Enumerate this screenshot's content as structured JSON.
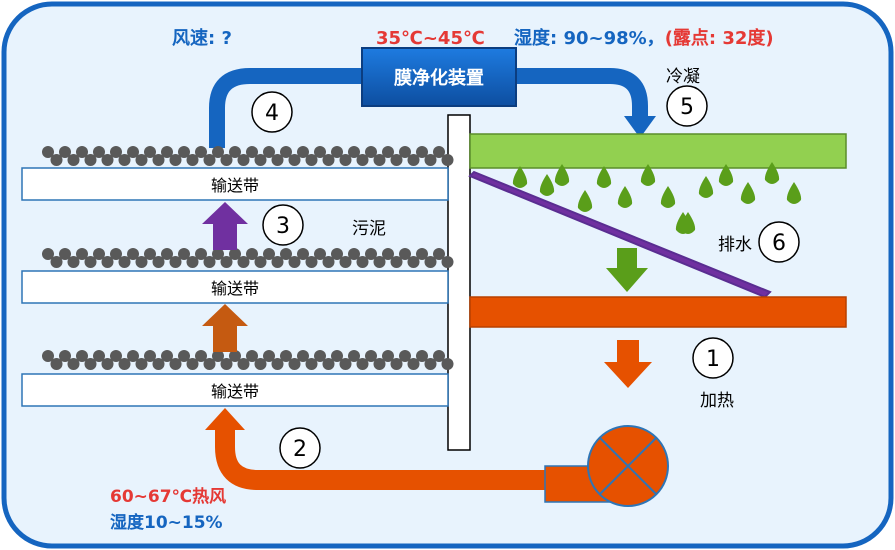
{
  "header": {
    "wind_speed": "风速: ?",
    "temperature_range": "35℃~45℃",
    "humidity_prefix": "湿度: 90~98%，",
    "dew_point": "(露点: 32度)"
  },
  "membrane_device": "膜净化装置",
  "belts": [
    "输送带",
    "输送带",
    "输送带"
  ],
  "labels": {
    "sludge": "污泥",
    "condense": "冷凝",
    "drain": "排水",
    "heating": "加热"
  },
  "steps": [
    "1",
    "2",
    "3",
    "4",
    "5",
    "6"
  ],
  "inlet": {
    "hot_air": "60~67℃热风",
    "humidity": "湿度10~15%"
  },
  "colors": {
    "frame_border": "#1565c0",
    "frame_fill": "#e8f3fd",
    "header_blue": "#1565c0",
    "header_red": "#e53935",
    "device_fill": "#1565c0",
    "flow_blue": "#1565c0",
    "condenser_green": "#92d050",
    "drop_green": "#5a9e1a",
    "drain_purple": "#7030a0",
    "heater_orange": "#e65100",
    "arrow_orange": "#c55a11",
    "sludge_gray": "#595959"
  }
}
